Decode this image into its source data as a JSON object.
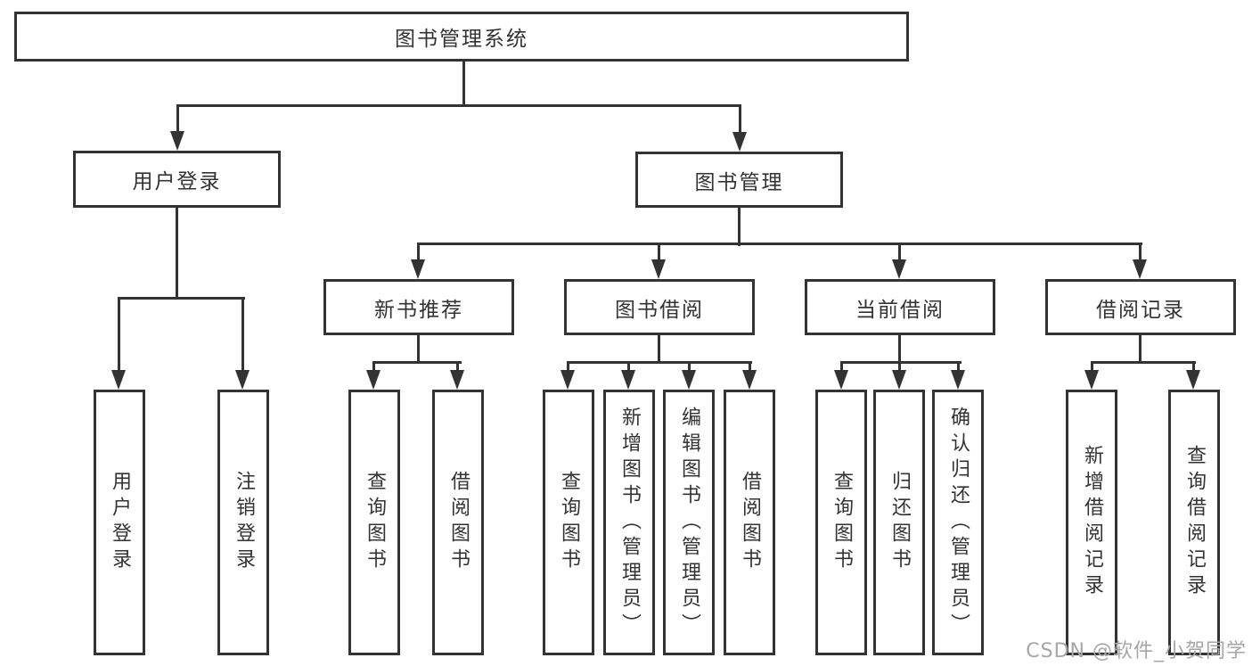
{
  "tree": {
    "label": "图书管理系统",
    "children": [
      {
        "label": "用户登录",
        "children": [
          {
            "label": "用户登录"
          },
          {
            "label": "注销登录"
          }
        ]
      },
      {
        "label": "图书管理",
        "children": [
          {
            "label": "新书推荐",
            "children": [
              {
                "label": "查询图书"
              },
              {
                "label": "借阅图书"
              }
            ]
          },
          {
            "label": "图书借阅",
            "children": [
              {
                "label": "查询图书"
              },
              {
                "label": "新增图书（管理员）"
              },
              {
                "label": "编辑图书（管理员）"
              },
              {
                "label": "借阅图书"
              }
            ]
          },
          {
            "label": "当前借阅",
            "children": [
              {
                "label": "查询图书"
              },
              {
                "label": "归还图书"
              },
              {
                "label": "确认归还（管理员）"
              }
            ]
          },
          {
            "label": "借阅记录",
            "children": [
              {
                "label": "新增借阅记录"
              },
              {
                "label": "查询借阅记录"
              }
            ]
          }
        ]
      }
    ]
  },
  "watermark": "CSDN @软件_小贺同学",
  "colors": {
    "line": "#333333",
    "text": "#333333",
    "watermark": "#a6a6a6",
    "background": "#ffffff"
  }
}
